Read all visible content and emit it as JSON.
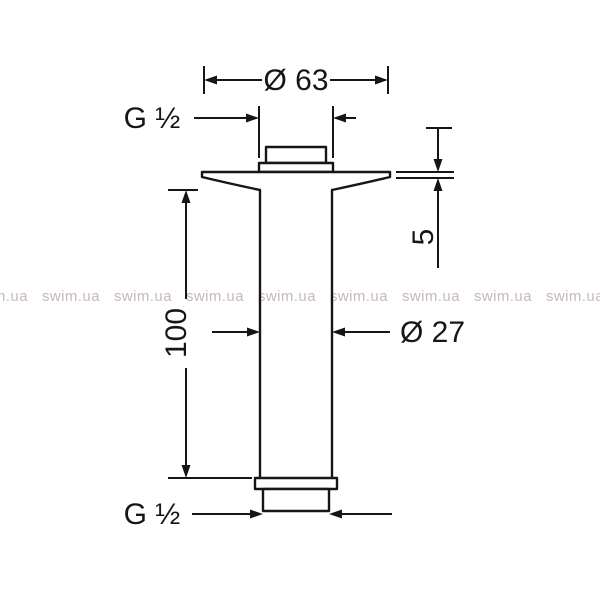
{
  "watermark": {
    "text": "swim.ua",
    "color": "#c7b9b5"
  },
  "drawing": {
    "line_color": "#161616",
    "dimensions": {
      "flange_diameter": "Ø 63",
      "top_thread": "G ½",
      "flange_height": "5",
      "arm_length": "100",
      "pipe_diameter": "Ø 27",
      "bottom_thread": "G ½"
    }
  }
}
